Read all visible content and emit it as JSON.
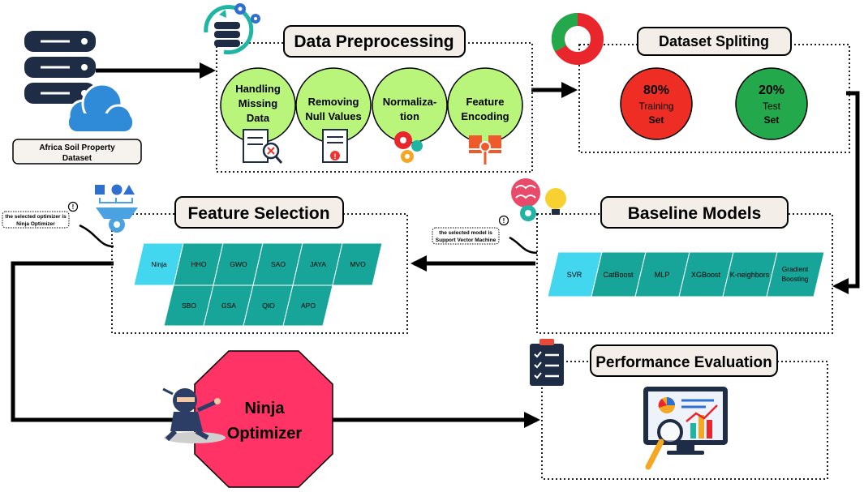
{
  "dataset": {
    "line1": "Africa Soil Property",
    "line2": "Dataset"
  },
  "preprocessing": {
    "title": "Data Preprocessing",
    "steps": [
      {
        "lines": [
          "Handling",
          "Missing",
          "Data"
        ]
      },
      {
        "lines": [
          "Removing",
          "Null Values"
        ]
      },
      {
        "lines": [
          "Normaliza-",
          "tion"
        ]
      },
      {
        "lines": [
          "Feature",
          "Encoding"
        ]
      }
    ]
  },
  "splitting": {
    "title": "Dataset Spliting",
    "train": {
      "pct": "80%",
      "line1": "Training",
      "line2": "Set"
    },
    "test": {
      "pct": "20%",
      "line1": "Test",
      "line2": "Set"
    }
  },
  "baseline": {
    "title": "Baseline Models",
    "note": {
      "line1": "the selected model is",
      "line2": "Support Vector Machine"
    },
    "models": [
      {
        "lines": [
          "SVR"
        ]
      },
      {
        "lines": [
          "CatBoost"
        ]
      },
      {
        "lines": [
          "MLP"
        ]
      },
      {
        "lines": [
          "XGBoost"
        ]
      },
      {
        "lines": [
          "K-neighbors"
        ]
      },
      {
        "lines": [
          "Gradient",
          "Boosting"
        ]
      }
    ]
  },
  "feature_selection": {
    "title": "Feature Selection",
    "note": {
      "line1": "the selected optimizer is",
      "line2": "Ninja Optimizer"
    },
    "row1": [
      "Ninja",
      "HHO",
      "GWO",
      "SAO",
      "JAYA",
      "MVO"
    ],
    "row2": [
      "SBO",
      "GSA",
      "QIO",
      "APO"
    ]
  },
  "optimizer": {
    "line1": "Ninja",
    "line2": "Optimizer"
  },
  "evaluation": {
    "title": "Performance Evaluation"
  },
  "colors": {
    "step_green": "#b9f57a",
    "train_red": "#ee2e24",
    "test_green": "#23a94b",
    "teal": "#17a59a",
    "cyan": "#43d6ef",
    "octagon": "#ff3366",
    "title_bg": "#f3efe8",
    "cloud": "#2f8ad8",
    "db": "#1f2c46"
  }
}
